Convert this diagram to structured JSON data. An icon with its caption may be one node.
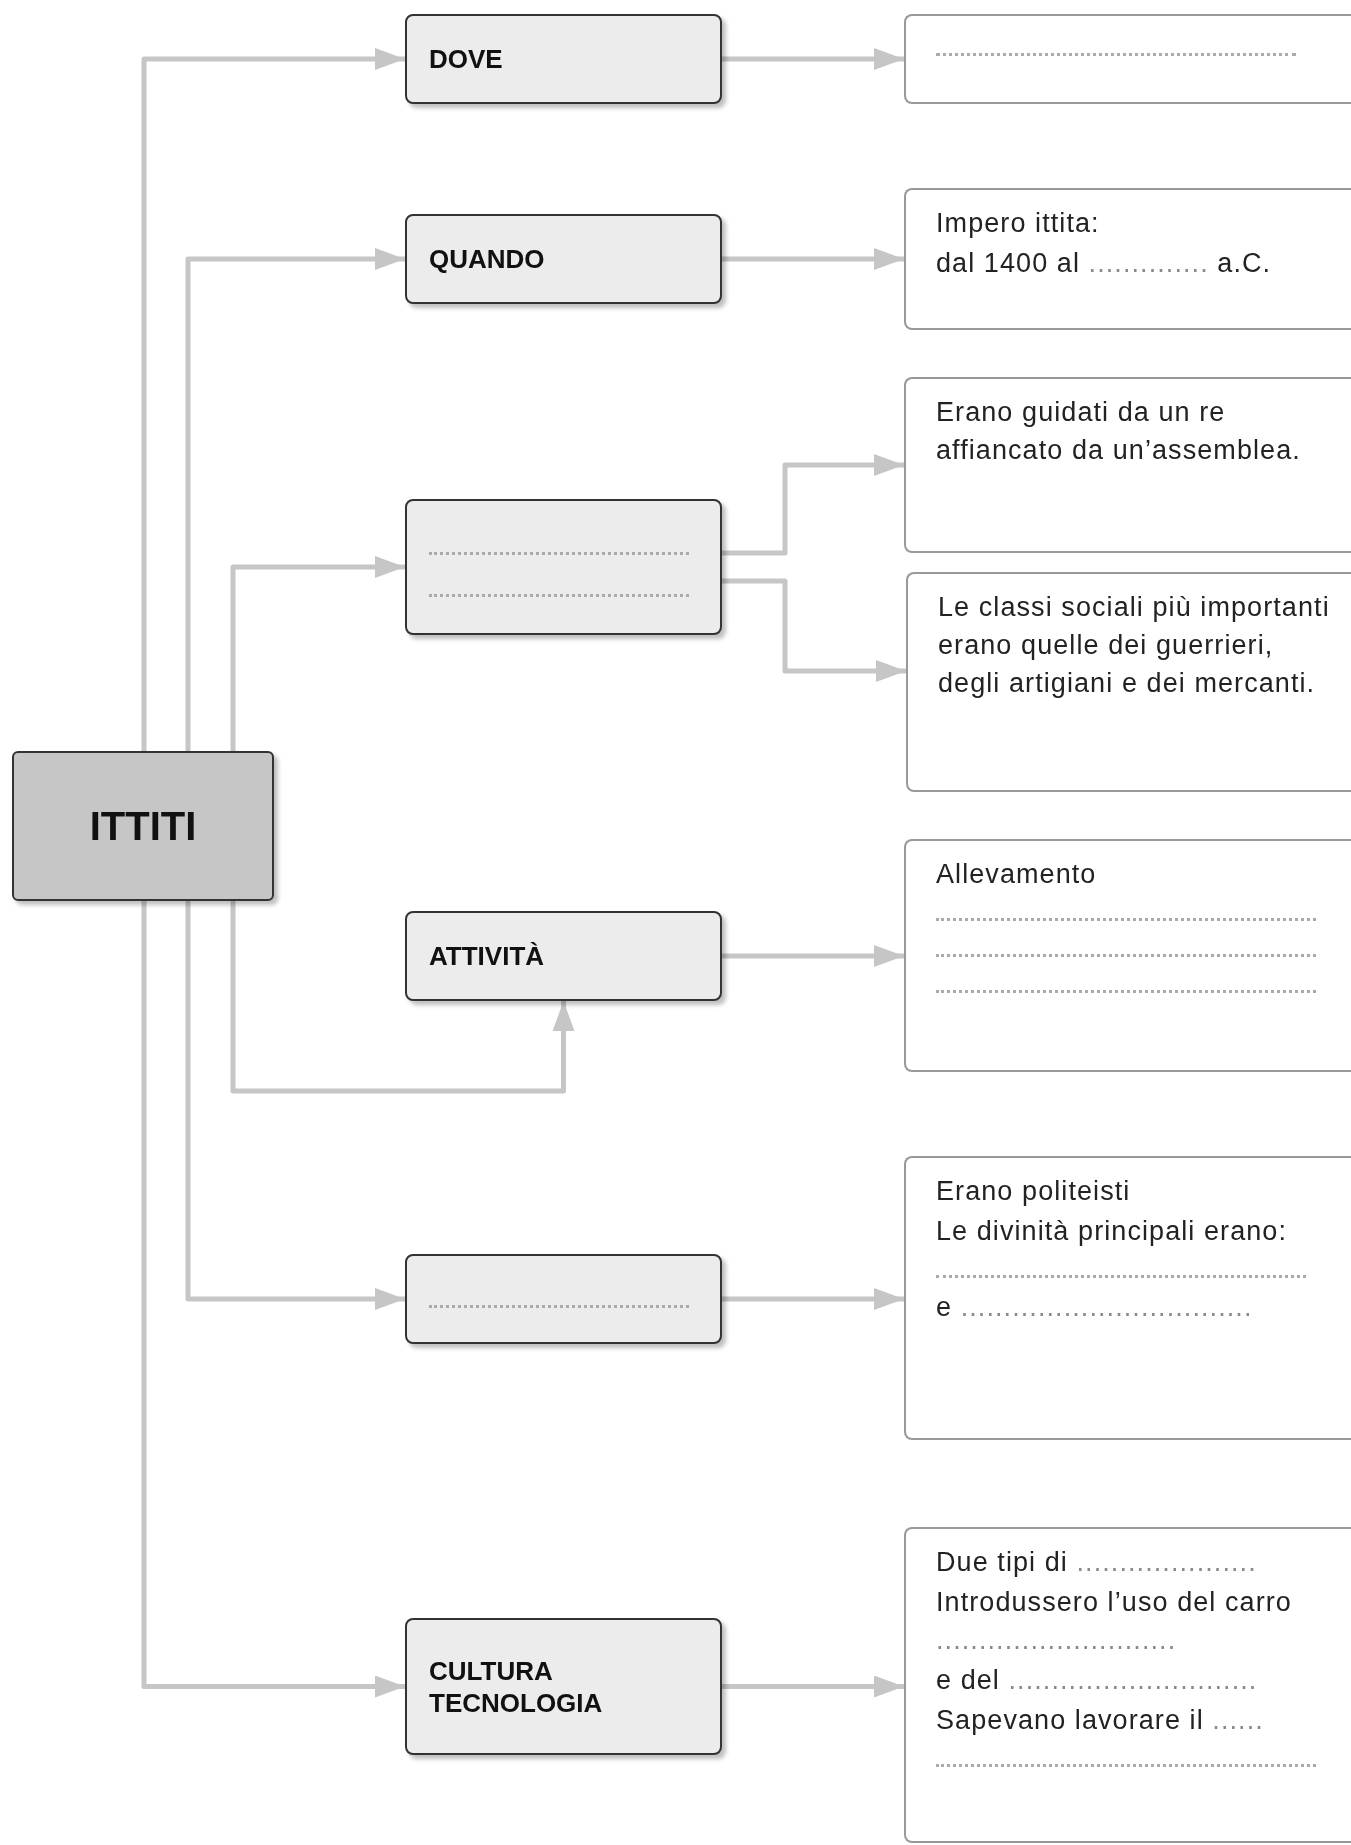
{
  "diagram": {
    "nodes": [
      {
        "text": [
          "ITTITI"
        ]
      },
      {
        "text": [
          "DOVE"
        ]
      },
      {
        "text": [],
        "shape": "box"
      },
      {
        "text": [
          "QUANDO"
        ]
      },
      {
        "text": [
          "Impero ittita:",
          "dal 1400 al .............. a.C."
        ]
      },
      {
        "text": [],
        "shape": "box"
      },
      {
        "text": [
          "Erano guidati da un re affiancato da un’assemblea."
        ]
      },
      {
        "text": [
          "Le classi sociali più importanti erano quelle dei guerrieri, degli artigiani e dei mercanti."
        ]
      },
      {
        "text": [
          "ATTIVITÀ"
        ]
      },
      {
        "text": [
          "Allevamento"
        ]
      },
      {
        "text": [],
        "shape": "box"
      },
      {
        "text": [
          "Erano politeisti",
          "Le divinità principali erano:",
          "e .................................."
        ]
      },
      {
        "text": [
          "CULTURA TECNOLOGIA"
        ]
      },
      {
        "text": [
          "Due tipi di .....................",
          "Introdussero l’uso del carro ............................",
          "e del .............................",
          "Sapevano lavorare il ......"
        ]
      }
    ],
    "edges": [
      {
        "from": 0,
        "to": 1,
        "arrow": "to"
      },
      {
        "from": 0,
        "to": 3,
        "arrow": "to"
      },
      {
        "from": 0,
        "to": 5,
        "arrow": "to"
      },
      {
        "from": 0,
        "to": 8,
        "arrow": "to"
      },
      {
        "from": 0,
        "to": 10,
        "arrow": "to"
      },
      {
        "from": 0,
        "to": 12,
        "arrow": "to"
      },
      {
        "from": 1,
        "to": 2,
        "arrow": "to"
      },
      {
        "from": 3,
        "to": 4,
        "arrow": "to"
      },
      {
        "from": 5,
        "to": 6,
        "arrow": "to"
      },
      {
        "from": 5,
        "to": 7,
        "arrow": "to"
      },
      {
        "from": 8,
        "to": 9,
        "arrow": "to"
      },
      {
        "from": 10,
        "to": 11,
        "arrow": "to"
      },
      {
        "from": 12,
        "to": 13,
        "arrow": "to"
      }
    ]
  }
}
